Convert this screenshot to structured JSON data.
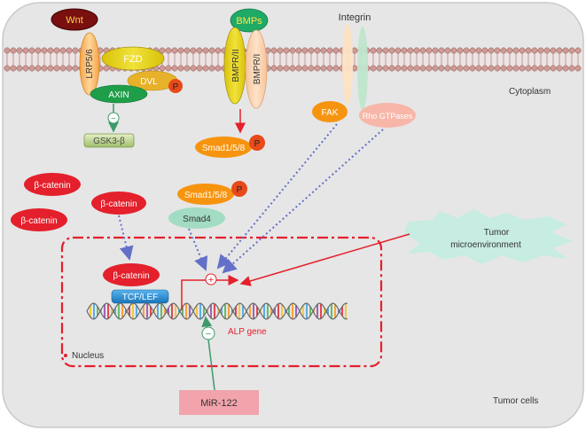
{
  "wnt": {
    "ligand": "Wnt",
    "coreceptor": "LRP5/6",
    "receptor": "FZD",
    "dvl": "DVL",
    "axin": "AXIN",
    "inhibit_sign": "−",
    "gsk": "GSK3-β"
  },
  "bmp": {
    "ligand": "BMPs",
    "receptor2": "BMPR/II",
    "receptor1": "BMPR/I",
    "smad158": "Smad1/5/8",
    "smad4": "Smad4"
  },
  "integrin": {
    "title": "Integrin",
    "fak": "FAK",
    "rho": "Rho GTPases"
  },
  "phospho": "P",
  "beta_catenin": "β-catenin",
  "compartments": {
    "cytoplasm": "Cytoplasm",
    "nucleus": "Nucleus",
    "tumor_cells": "Tumor cells"
  },
  "tumor_micro": {
    "line1": "Tumor",
    "line2": "microenvironment"
  },
  "nucleus_content": {
    "tcf": "TCF/LEF",
    "alp_gene": "ALP gene",
    "activate_sign": "+",
    "repress_sign": "−"
  },
  "mir": "MiR-122",
  "colors": {
    "cell_fill": "#e6e6e6",
    "membrane_head": "#d49a94",
    "beta_catenin": "#e3202c",
    "smad": "#f7940f",
    "activation_red": "#e3202c",
    "dotted_blue": "#6470c8",
    "inhibit_green": "#3c9a6a",
    "mir_fill": "#f2a3ab",
    "tcf_blue": "#2a90d6"
  }
}
